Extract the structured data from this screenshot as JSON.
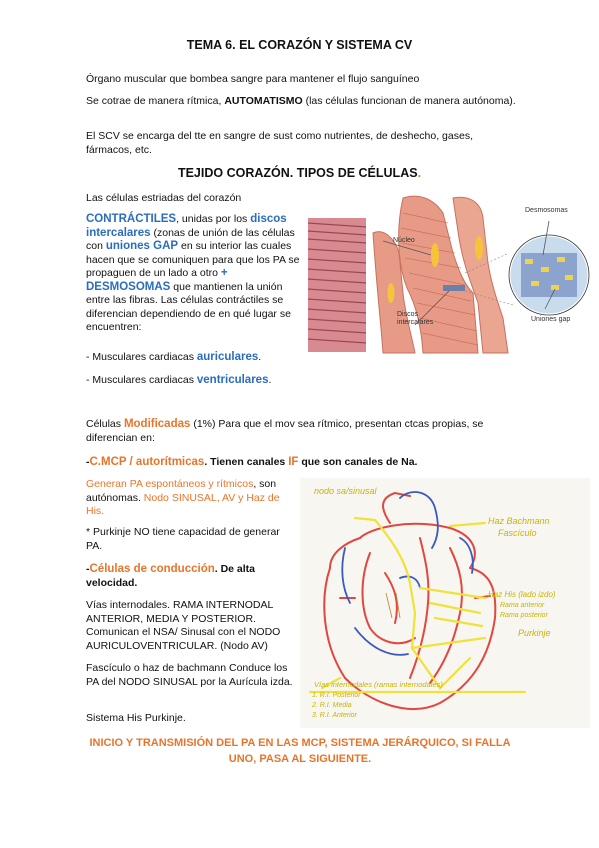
{
  "title": "TEMA 6. EL CORAZÓN Y SISTEMA CV",
  "intro": {
    "p1": "Órgano muscular que bombea sangre para mantener el flujo sanguíneo",
    "p2_a": "Se cotrae de manera rítmica, ",
    "p2_b": "AUTOMATISMO",
    "p2_c": " (las células funcionan de manera autónoma).",
    "p3": "El SCV se encarga del tte en sangre de sust como nutrientes, de deshecho, gases, fármacos, etc."
  },
  "section1": {
    "heading": "TEJIDO CORAZÓN. TIPOS DE CÉLULAS",
    "heading_dot": ".",
    "lead": "Las células estriadas del corazón",
    "c1": "CONTRÁCTILES",
    "c2": ", unidas por los ",
    "c3": "discos intercalares",
    "c4": " (zonas de unión de las células con ",
    "c5": "uniones GAP",
    "c6": " en su interior las cuales hacen que se comuniquen para que los PA se propaguen de un lado a otro ",
    "c7": "+ DESMOSOMAS",
    "c8": " que mantienen la unión entre las fibras. Las células contráctiles se diferencian dependiendo de en qué lugar se encuentren:",
    "li1_a": "- Musculares cardiacas ",
    "li1_b": "auriculares",
    "li1_c": ".",
    "li2_a": "- Musculares cardiacas ",
    "li2_b": "ventriculares",
    "li2_c": "."
  },
  "figure1": {
    "label_nucleo": "Núcleo",
    "label_discos": "Discos intercalares",
    "label_desmosomas": "Desmosomas",
    "label_uniones": "Uniones gap"
  },
  "section2": {
    "m1": "Células ",
    "m2": "Modificadas",
    "m3": " (1%) Para que el mov sea rítmico, presentan ctcas propias, se diferencian en:",
    "h_a": "-",
    "h_b": "C.MCP / autorítmicas",
    "h_c": ". Tienen canales ",
    "h_d": "IF",
    "h_e": " que son canales de Na.",
    "g1": "Generan PA espontáneos y rítmicos",
    "g2": ", son autónomas. ",
    "g3": "Nodo SINUSAL, AV y Haz de His.",
    "p_purkinje": "* Purkinje NO tiene capacidad de generar PA.",
    "cond_a": "-",
    "cond_b": "Células de conducción",
    "cond_c": ". De alta velocidad.",
    "vias": "Vías internodales. RAMA INTERNODAL ANTERIOR, MEDIA Y POSTERIOR. Comunican el NSA/ Sinusal con el NODO AURICULOVENTRICULAR. (Nodo AV)",
    "fasciculo": "Fascículo o haz de bachmann Conduce los PA del NODO SINUSAL por la Aurícula izda.",
    "sistema": "Sistema His Purkinje.",
    "final": "INICIO Y TRANSMISIÓN DEL PA EN LAS MCP, SISTEMA JERÁRQUICO, SI FALLA UNO, PASA AL SIGUIENTE."
  },
  "figure2": {
    "n1": "nodo sa/sinusal",
    "n2": "Haz Bachmann",
    "n3": "Fascículo",
    "n4": "Haz His (lado izdo)",
    "n5": "Rama anterior",
    "n6": "Rama posterior",
    "n7": "Purkinje",
    "n8": "Vías internodales (ramas internodales)",
    "n9": "1. R.I. Posterior",
    "n10": "2. R.I. Media",
    "n11": "3. R.I. Anterior"
  },
  "colors": {
    "blue": "#2a6dbf",
    "orange": "#e8742a",
    "muscle": "#e79b86",
    "highlighter": "#f0e23a"
  }
}
